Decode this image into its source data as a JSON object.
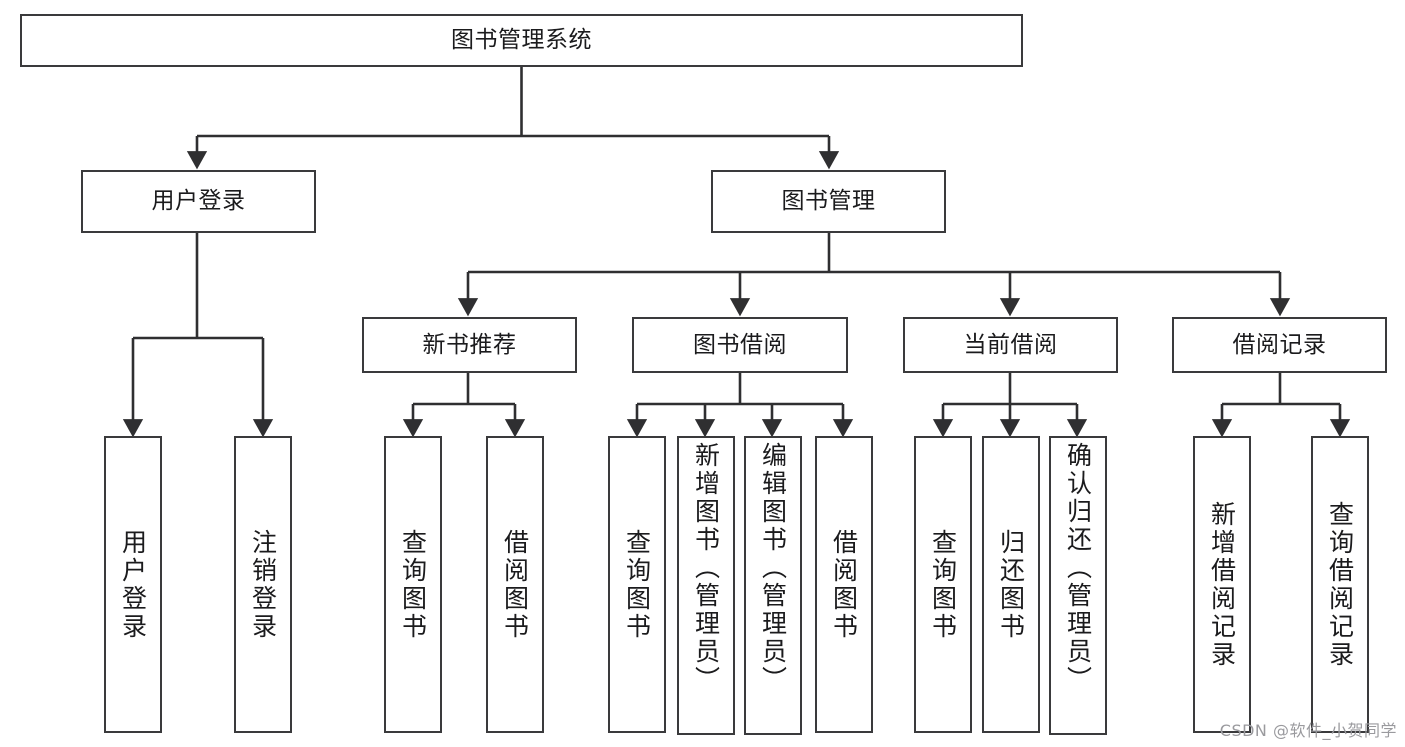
{
  "diagram": {
    "type": "tree",
    "title": "图书管理系统",
    "watermark": "CSDN @软件_小贺同学",
    "colors": {
      "box_border": "#3a3a3c",
      "box_fill": "#ffffff",
      "connector": "#2f2f31",
      "text": "#1b1b1d",
      "watermark": "#9a9a9e"
    },
    "levels": {
      "root": {
        "label": "图书管理系统"
      },
      "level2": [
        {
          "label": "用户登录"
        },
        {
          "label": "图书管理"
        }
      ],
      "level3": [
        {
          "label": "新书推荐"
        },
        {
          "label": "图书借阅"
        },
        {
          "label": "当前借阅"
        },
        {
          "label": "借阅记录"
        }
      ],
      "leaves": [
        {
          "label": "用户登录",
          "parent": "用户登录"
        },
        {
          "label": "注销登录",
          "parent": "用户登录"
        },
        {
          "label": "查询图书",
          "parent": "新书推荐"
        },
        {
          "label": "借阅图书",
          "parent": "新书推荐"
        },
        {
          "label": "查询图书",
          "parent": "图书借阅"
        },
        {
          "label": "新增图书（管理员）",
          "parent": "图书借阅"
        },
        {
          "label": "编辑图书（管理员）",
          "parent": "图书借阅"
        },
        {
          "label": "借阅图书",
          "parent": "图书借阅"
        },
        {
          "label": "查询图书",
          "parent": "当前借阅"
        },
        {
          "label": "归还图书",
          "parent": "当前借阅"
        },
        {
          "label": "确认归还（管理员）",
          "parent": "当前借阅"
        },
        {
          "label": "新增借阅记录",
          "parent": "借阅记录"
        },
        {
          "label": "查询借阅记录",
          "parent": "借阅记录"
        }
      ]
    }
  }
}
